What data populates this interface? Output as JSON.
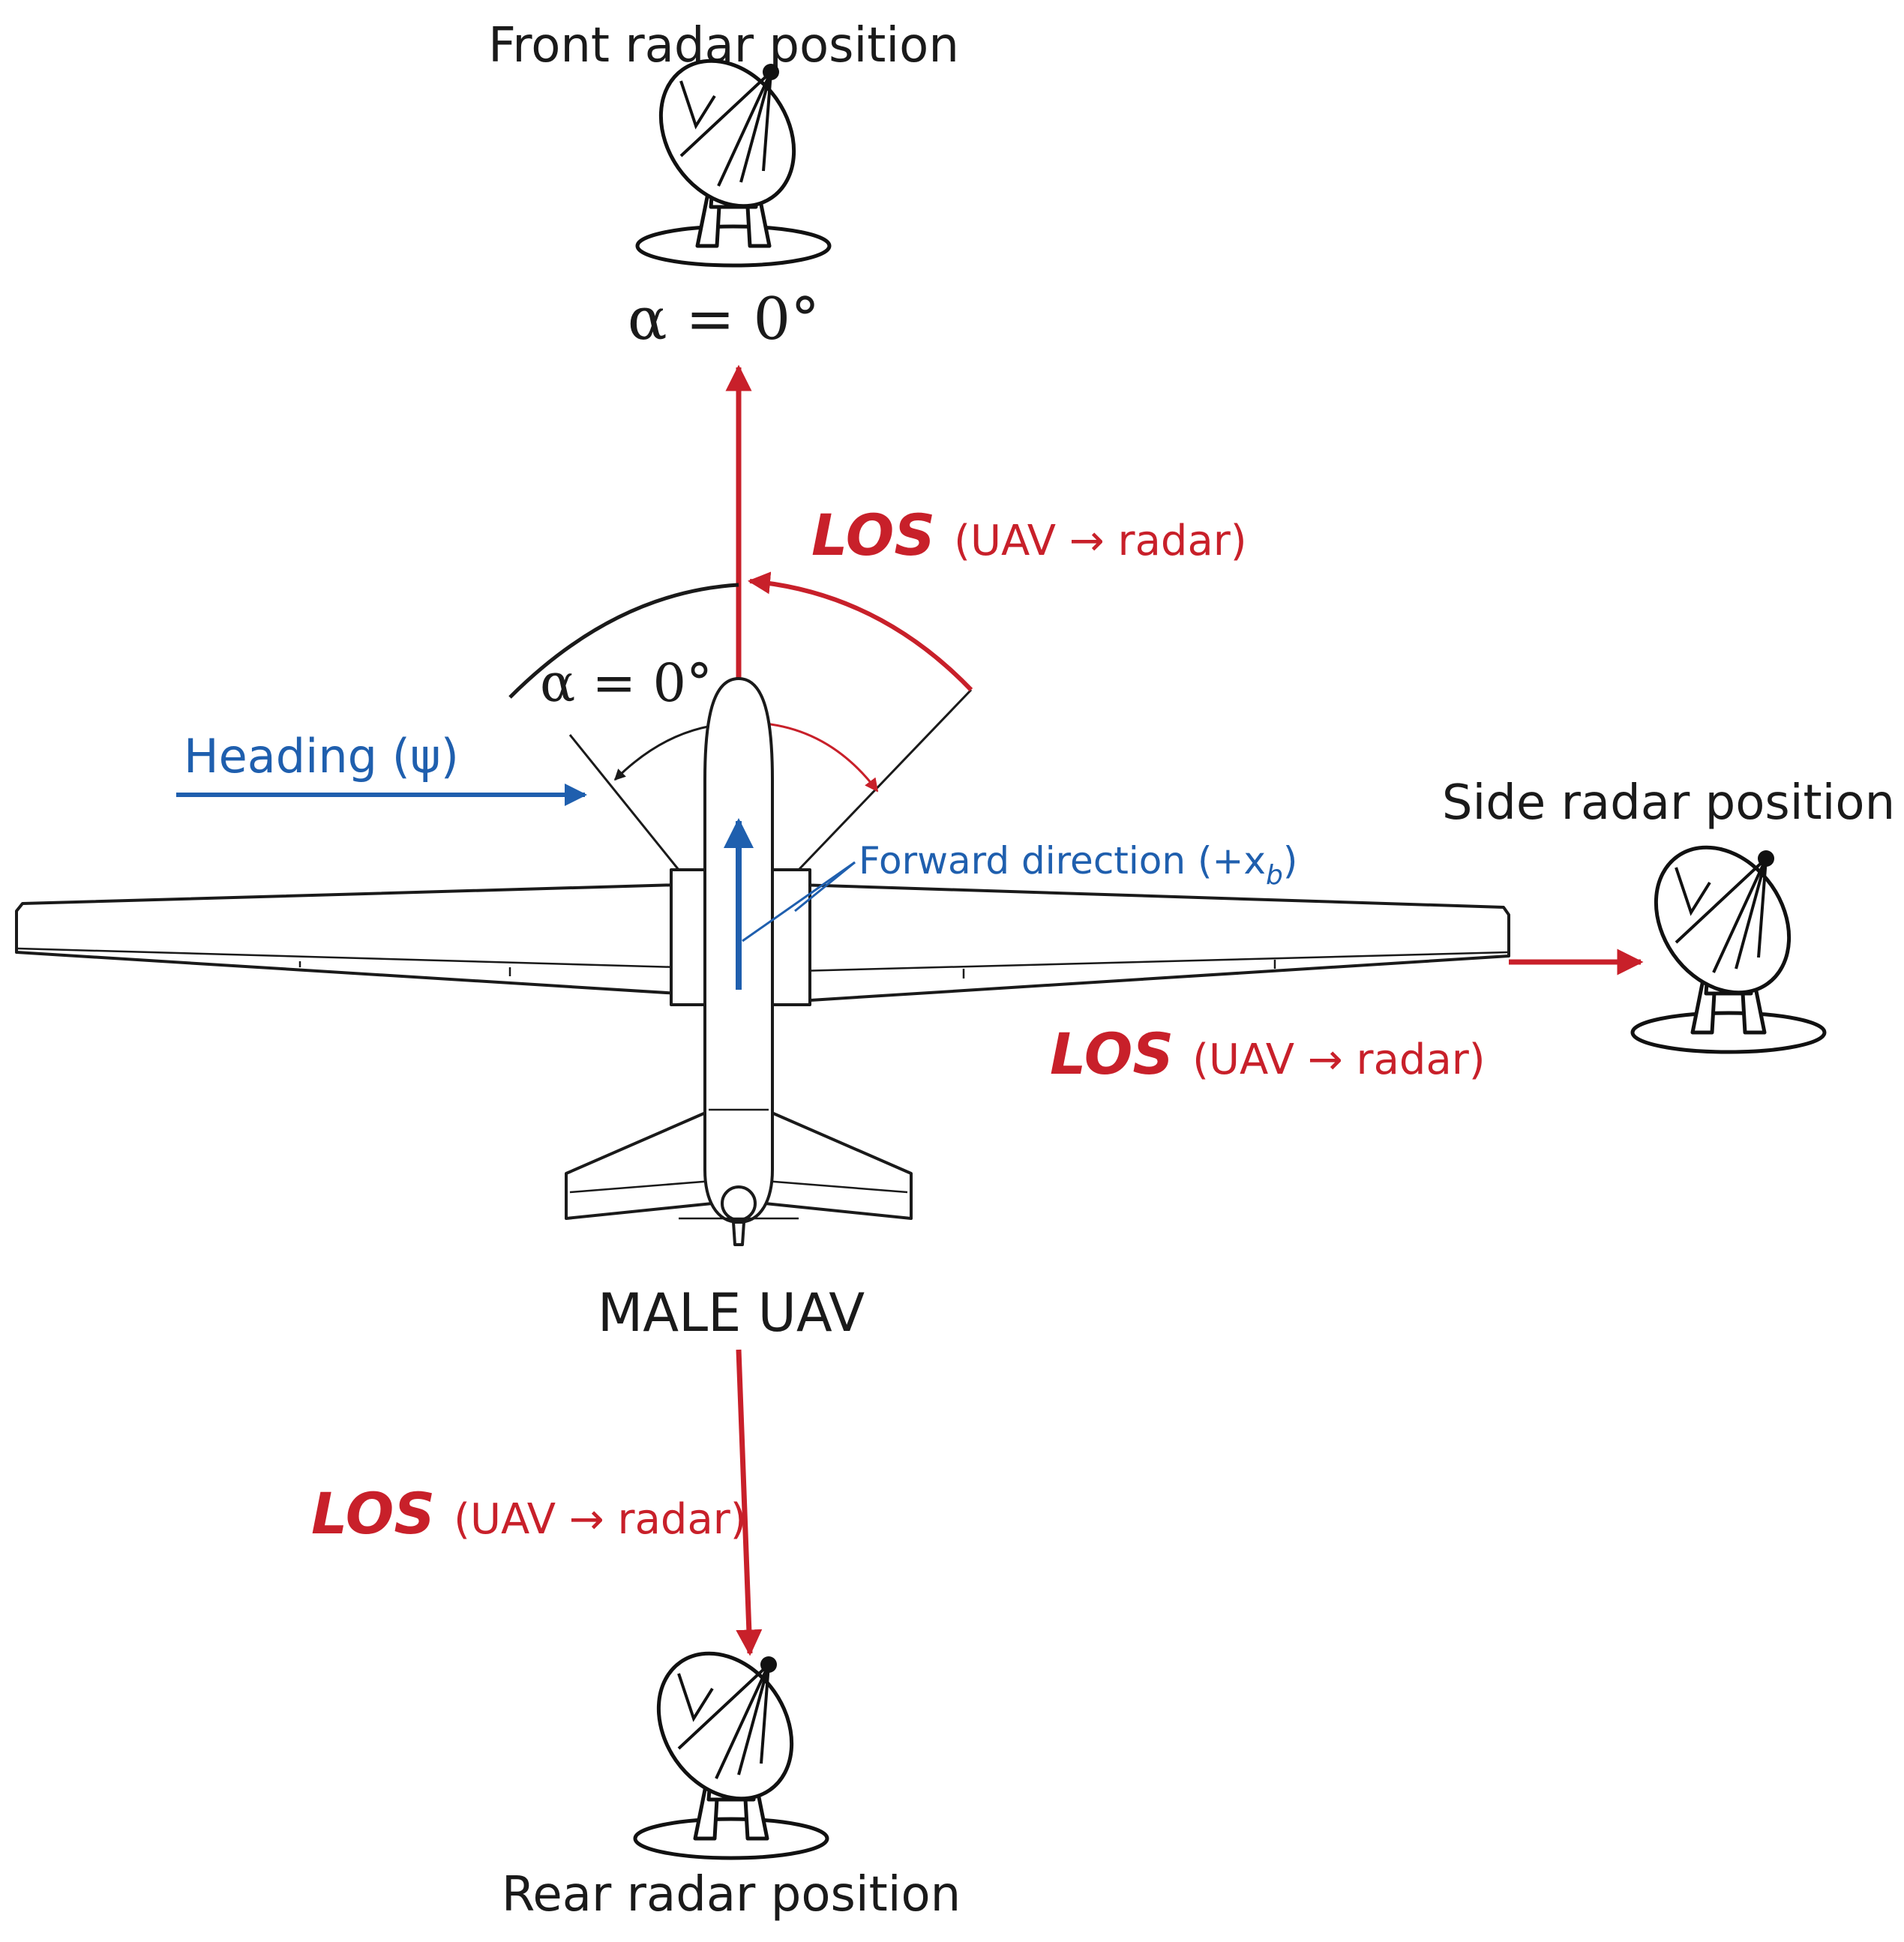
{
  "labels": {
    "front_radar": "Front radar position",
    "side_radar": "Side radar position",
    "rear_radar": "Rear radar position",
    "alpha_top": "α = 0°",
    "alpha_near": "α = 0°",
    "heading": "Heading (ψ)",
    "forward": "Forward direction (+x",
    "forward_sub": "b",
    "forward_close": ")",
    "uav": "MALE UAV",
    "los_front": "LOS",
    "los_front_sub": "(UAV → radar)",
    "los_side": "LOS",
    "los_side_sub": "(UAV → radar)",
    "los_rear": "LOS",
    "los_rear_sub": "(UAV → radar)"
  },
  "icons": [
    "radar-dish-icon",
    "uav-icon"
  ],
  "colors": {
    "los": "#c8202a",
    "heading": "#1f5fae",
    "outline": "#1a1a1a"
  }
}
